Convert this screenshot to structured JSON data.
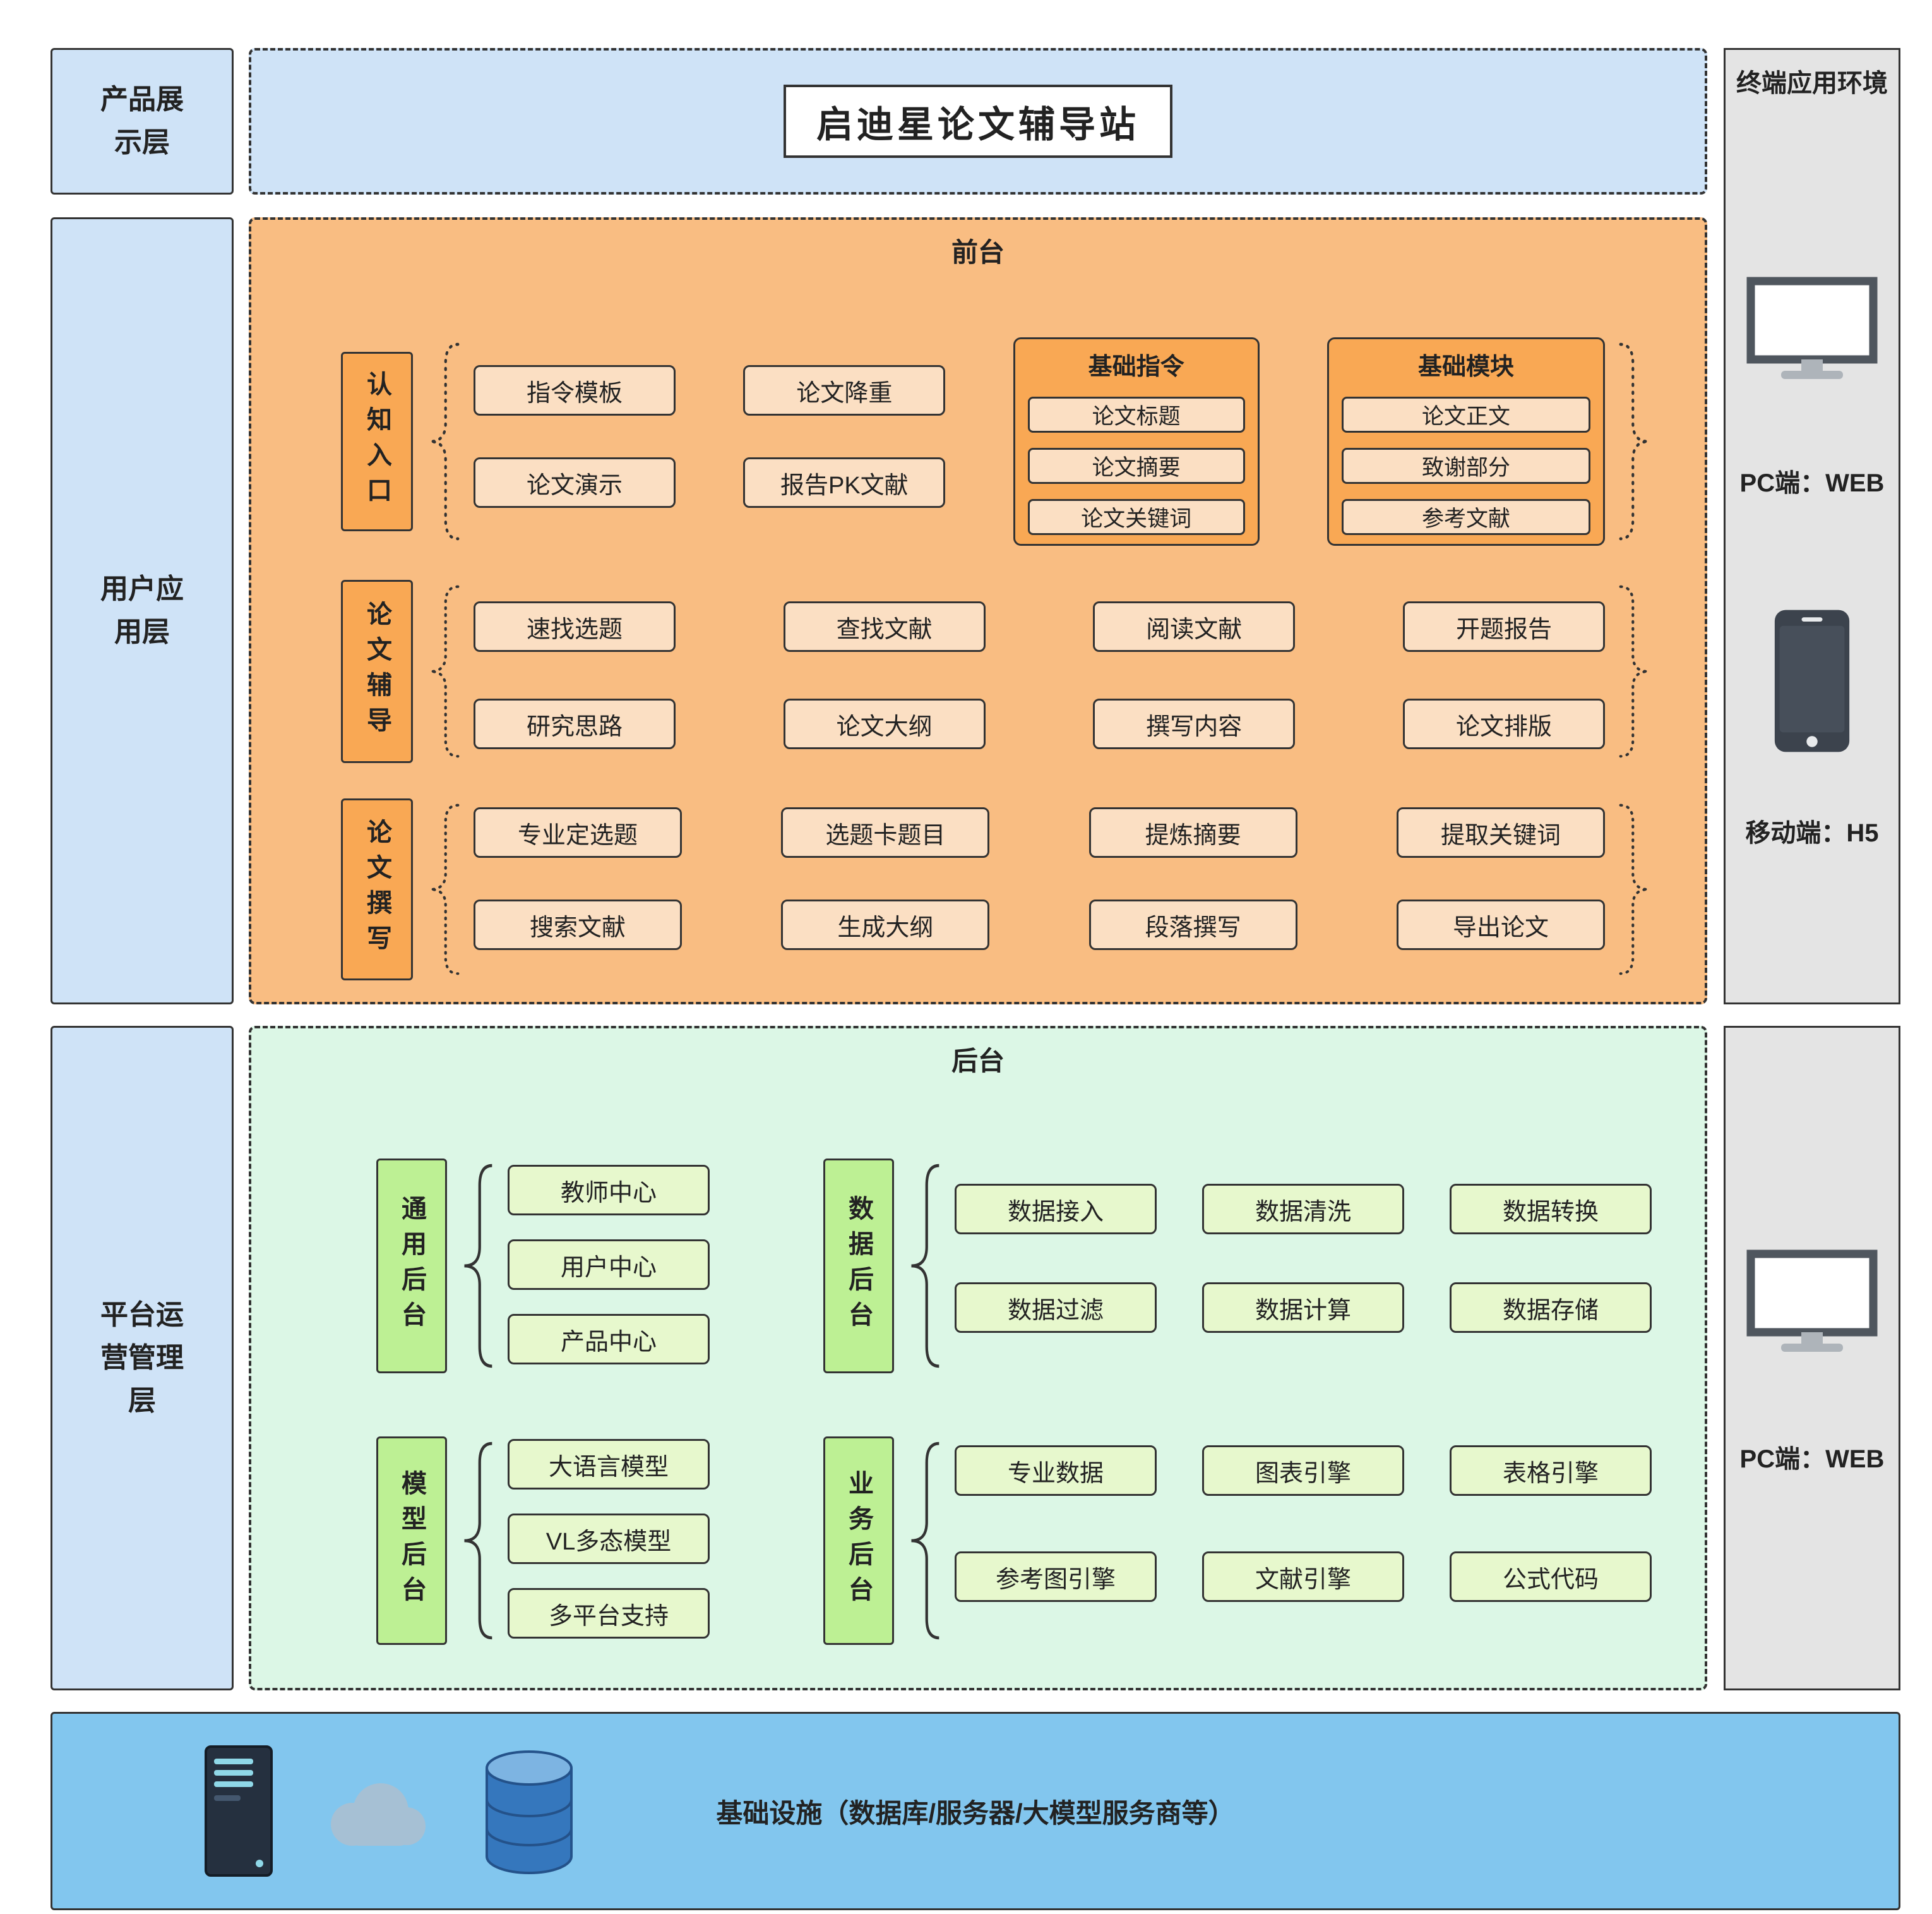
{
  "title": "启迪星论文辅导站",
  "layers": {
    "product": "产品展示层",
    "user": "用户应用层",
    "platform": "平台运营管理层"
  },
  "terminal": {
    "title": "终端应用环境",
    "pc_web": "PC端：WEB",
    "mobile_h5": "移动端：H5",
    "pc_web_bottom": "PC端：WEB"
  },
  "front": {
    "title": "前台",
    "row1": {
      "label": "认知入口",
      "items": [
        "指令模板",
        "论文演示",
        "论文降重",
        "报告PK文献"
      ],
      "groups": [
        {
          "title": "基础指令",
          "items": [
            "论文标题",
            "论文摘要",
            "论文关键词"
          ]
        },
        {
          "title": "基础模块",
          "items": [
            "论文正文",
            "致谢部分",
            "参考文献"
          ]
        }
      ]
    },
    "row2": {
      "label": "论文辅导",
      "items": [
        "速找选题",
        "查找文献",
        "阅读文献",
        "开题报告",
        "研究思路",
        "论文大纲",
        "撰写内容",
        "论文排版"
      ]
    },
    "row3": {
      "label": "论文撰写",
      "items": [
        "专业定选题",
        "选题卡题目",
        "提炼摘要",
        "提取关键词",
        "搜索文献",
        "生成大纲",
        "段落撰写",
        "导出论文"
      ]
    }
  },
  "back": {
    "title": "后台",
    "clusters": [
      {
        "label": "通用后台",
        "items": [
          "教师中心",
          "用户中心",
          "产品中心"
        ]
      },
      {
        "label": "数据后台",
        "items": [
          "数据接入",
          "数据清洗",
          "数据转换",
          "数据过滤",
          "数据计算",
          "数据存储"
        ]
      },
      {
        "label": "模型后台",
        "items": [
          "大语言模型",
          "VL多态模型",
          "多平台支持"
        ]
      },
      {
        "label": "业务后台",
        "items": [
          "专业数据",
          "图表引擎",
          "表格引擎",
          "参考图引擎",
          "文献引擎",
          "公式代码"
        ]
      }
    ]
  },
  "infrastructure": "基础设施（数据库/服务器/大模型服务商等）",
  "colors": {
    "layer_blue": "#cfe3f7",
    "front_bg": "#f9bd82",
    "front_item": "#fbdfc3",
    "front_accent": "#f9a854",
    "back_bg": "#dcf7e6",
    "back_label": "#bdf094",
    "back_item": "#e7f8cd",
    "infra_blue": "#82c6ee",
    "panel_gray": "#e4e4e4"
  }
}
